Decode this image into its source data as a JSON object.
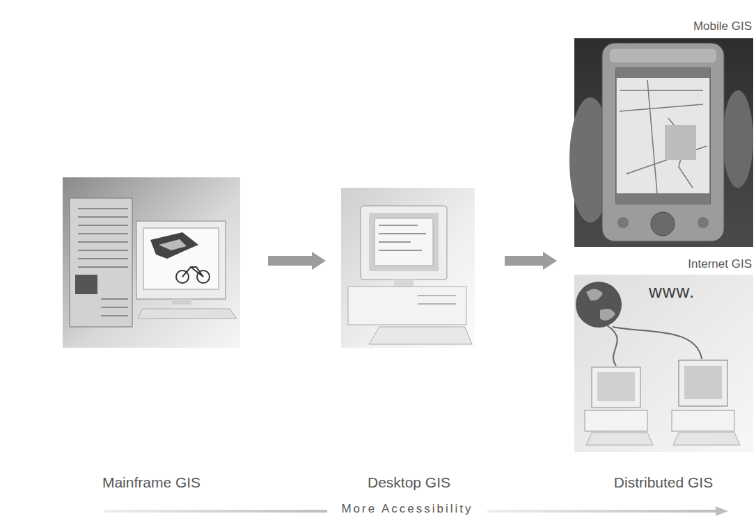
{
  "diagram": {
    "nodes": [
      {
        "text": [
          "Mainframe GIS"
        ]
      },
      {
        "text": [
          "Desktop GIS"
        ]
      },
      {
        "text": [
          "Distributed GIS"
        ]
      },
      {
        "text": [
          "Mobile GIS"
        ],
        "in": 2
      },
      {
        "text": [
          "Internet GIS"
        ],
        "in": 2
      }
    ],
    "edges": [
      {
        "from": 0,
        "to": 1,
        "arrow": "to"
      },
      {
        "from": 1,
        "to": 2,
        "arrow": "to"
      }
    ],
    "labels": [
      "More Accessibility",
      "www."
    ]
  }
}
